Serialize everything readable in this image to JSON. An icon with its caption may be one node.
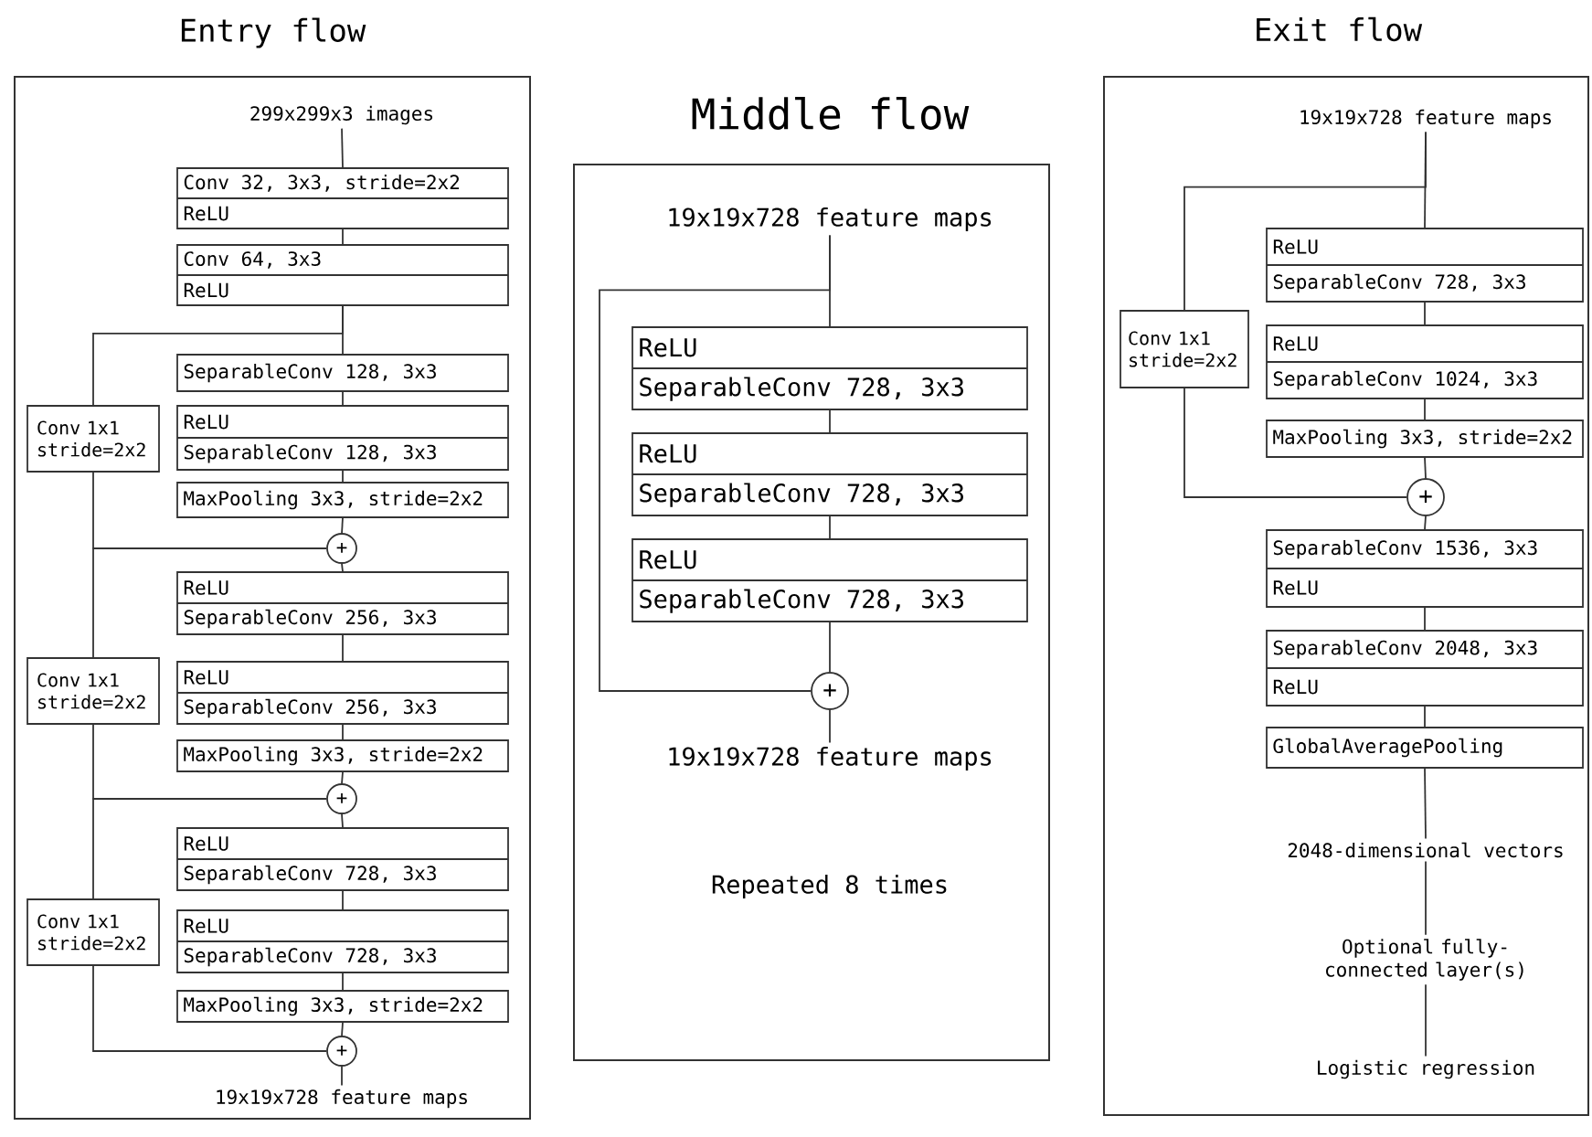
{
  "diagram": {
    "nodes": [
      {
        "text": [
          "Entry flow"
        ]
      },
      {
        "text": [
          "299x299x3 images"
        ],
        "in": 0
      },
      {
        "text": [
          "Conv 32, 3x3, stride=2x2",
          "ReLU"
        ],
        "in": 0
      },
      {
        "text": [
          "Conv 64, 3x3",
          "ReLU"
        ],
        "in": 0
      },
      {
        "text": [
          "SeparableConv 128, 3x3"
        ],
        "in": 0
      },
      {
        "text": [
          "Conv 1x1 stride=2x2"
        ],
        "in": 0
      },
      {
        "text": [
          "ReLU",
          "SeparableConv 128, 3x3"
        ],
        "in": 0
      },
      {
        "text": [
          "MaxPooling 3x3, stride=2x2"
        ],
        "in": 0
      },
      {
        "text": [
          "+"
        ],
        "in": 0
      },
      {
        "text": [
          "ReLU",
          "SeparableConv 256, 3x3"
        ],
        "in": 0
      },
      {
        "text": [
          "Conv 1x1 stride=2x2"
        ],
        "in": 0
      },
      {
        "text": [
          "ReLU",
          "SeparableConv 256, 3x3"
        ],
        "in": 0
      },
      {
        "text": [
          "MaxPooling 3x3, stride=2x2"
        ],
        "in": 0
      },
      {
        "text": [
          "+"
        ],
        "in": 0
      },
      {
        "text": [
          "ReLU",
          "SeparableConv 728, 3x3"
        ],
        "in": 0
      },
      {
        "text": [
          "Conv 1x1 stride=2x2"
        ],
        "in": 0
      },
      {
        "text": [
          "ReLU",
          "SeparableConv 728, 3x3"
        ],
        "in": 0
      },
      {
        "text": [
          "MaxPooling 3x3, stride=2x2"
        ],
        "in": 0
      },
      {
        "text": [
          "+"
        ],
        "in": 0
      },
      {
        "text": [
          "19x19x728 feature maps"
        ],
        "in": 0
      },
      {
        "text": [
          "Middle flow",
          "Repeated 8 times"
        ]
      },
      {
        "text": [
          "19x19x728 feature maps"
        ],
        "in": 20
      },
      {
        "text": [
          "ReLU",
          "SeparableConv 728, 3x3"
        ],
        "in": 20
      },
      {
        "text": [
          "ReLU",
          "SeparableConv 728, 3x3"
        ],
        "in": 20
      },
      {
        "text": [
          "ReLU",
          "SeparableConv 728, 3x3"
        ],
        "in": 20
      },
      {
        "text": [
          "+"
        ],
        "in": 20
      },
      {
        "text": [
          "19x19x728 feature maps"
        ],
        "in": 20
      },
      {
        "text": [
          "Exit flow"
        ]
      },
      {
        "text": [
          "19x19x728 feature maps"
        ],
        "in": 27
      },
      {
        "text": [
          "ReLU",
          "SeparableConv 728, 3x3"
        ],
        "in": 27
      },
      {
        "text": [
          "Conv 1x1 stride=2x2"
        ],
        "in": 27
      },
      {
        "text": [
          "ReLU",
          "SeparableConv 1024, 3x3"
        ],
        "in": 27
      },
      {
        "text": [
          "MaxPooling 3x3, stride=2x2"
        ],
        "in": 27
      },
      {
        "text": [
          "+"
        ],
        "in": 27
      },
      {
        "text": [
          "SeparableConv 1536, 3x3",
          "ReLU"
        ],
        "in": 27
      },
      {
        "text": [
          "SeparableConv 2048, 3x3",
          "ReLU"
        ],
        "in": 27
      },
      {
        "text": [
          "GlobalAveragePooling"
        ],
        "in": 27
      },
      {
        "text": [
          "2048-dimensional vectors"
        ],
        "in": 27
      },
      {
        "text": [
          "Optional fully-connected layer(s)"
        ],
        "in": 27
      },
      {
        "text": [
          "Logistic regression"
        ],
        "in": 27
      }
    ],
    "edges": [
      {
        "from": 1,
        "to": 2,
        "arrow": "none"
      },
      {
        "from": 2,
        "to": 3,
        "arrow": "none"
      },
      {
        "from": 3,
        "to": 4,
        "arrow": "none"
      },
      {
        "from": 3,
        "to": 5,
        "arrow": "none"
      },
      {
        "from": 4,
        "to": 6,
        "arrow": "none"
      },
      {
        "from": 6,
        "to": 7,
        "arrow": "none"
      },
      {
        "from": 7,
        "to": 8,
        "arrow": "none"
      },
      {
        "from": 5,
        "to": 8,
        "arrow": "none"
      },
      {
        "from": 8,
        "to": 9,
        "arrow": "none"
      },
      {
        "from": 8,
        "to": 10,
        "arrow": "none"
      },
      {
        "from": 9,
        "to": 11,
        "arrow": "none"
      },
      {
        "from": 11,
        "to": 12,
        "arrow": "none"
      },
      {
        "from": 12,
        "to": 13,
        "arrow": "none"
      },
      {
        "from": 10,
        "to": 13,
        "arrow": "none"
      },
      {
        "from": 13,
        "to": 14,
        "arrow": "none"
      },
      {
        "from": 13,
        "to": 15,
        "arrow": "none"
      },
      {
        "from": 14,
        "to": 16,
        "arrow": "none"
      },
      {
        "from": 16,
        "to": 17,
        "arrow": "none"
      },
      {
        "from": 17,
        "to": 18,
        "arrow": "none"
      },
      {
        "from": 15,
        "to": 18,
        "arrow": "none"
      },
      {
        "from": 18,
        "to": 19,
        "arrow": "none"
      },
      {
        "from": 21,
        "to": 22,
        "arrow": "none"
      },
      {
        "from": 21,
        "to": 25,
        "arrow": "none"
      },
      {
        "from": 22,
        "to": 23,
        "arrow": "none"
      },
      {
        "from": 23,
        "to": 24,
        "arrow": "none"
      },
      {
        "from": 24,
        "to": 25,
        "arrow": "none"
      },
      {
        "from": 25,
        "to": 26,
        "arrow": "none"
      },
      {
        "from": 28,
        "to": 29,
        "arrow": "none"
      },
      {
        "from": 28,
        "to": 30,
        "arrow": "none"
      },
      {
        "from": 29,
        "to": 31,
        "arrow": "none"
      },
      {
        "from": 31,
        "to": 32,
        "arrow": "none"
      },
      {
        "from": 32,
        "to": 33,
        "arrow": "none"
      },
      {
        "from": 30,
        "to": 33,
        "arrow": "none"
      },
      {
        "from": 33,
        "to": 34,
        "arrow": "none"
      },
      {
        "from": 34,
        "to": 35,
        "arrow": "none"
      },
      {
        "from": 35,
        "to": 36,
        "arrow": "none"
      },
      {
        "from": 36,
        "to": 37,
        "arrow": "none"
      },
      {
        "from": 37,
        "to": 38,
        "arrow": "none"
      },
      {
        "from": 38,
        "to": 39,
        "arrow": "none"
      }
    ]
  }
}
